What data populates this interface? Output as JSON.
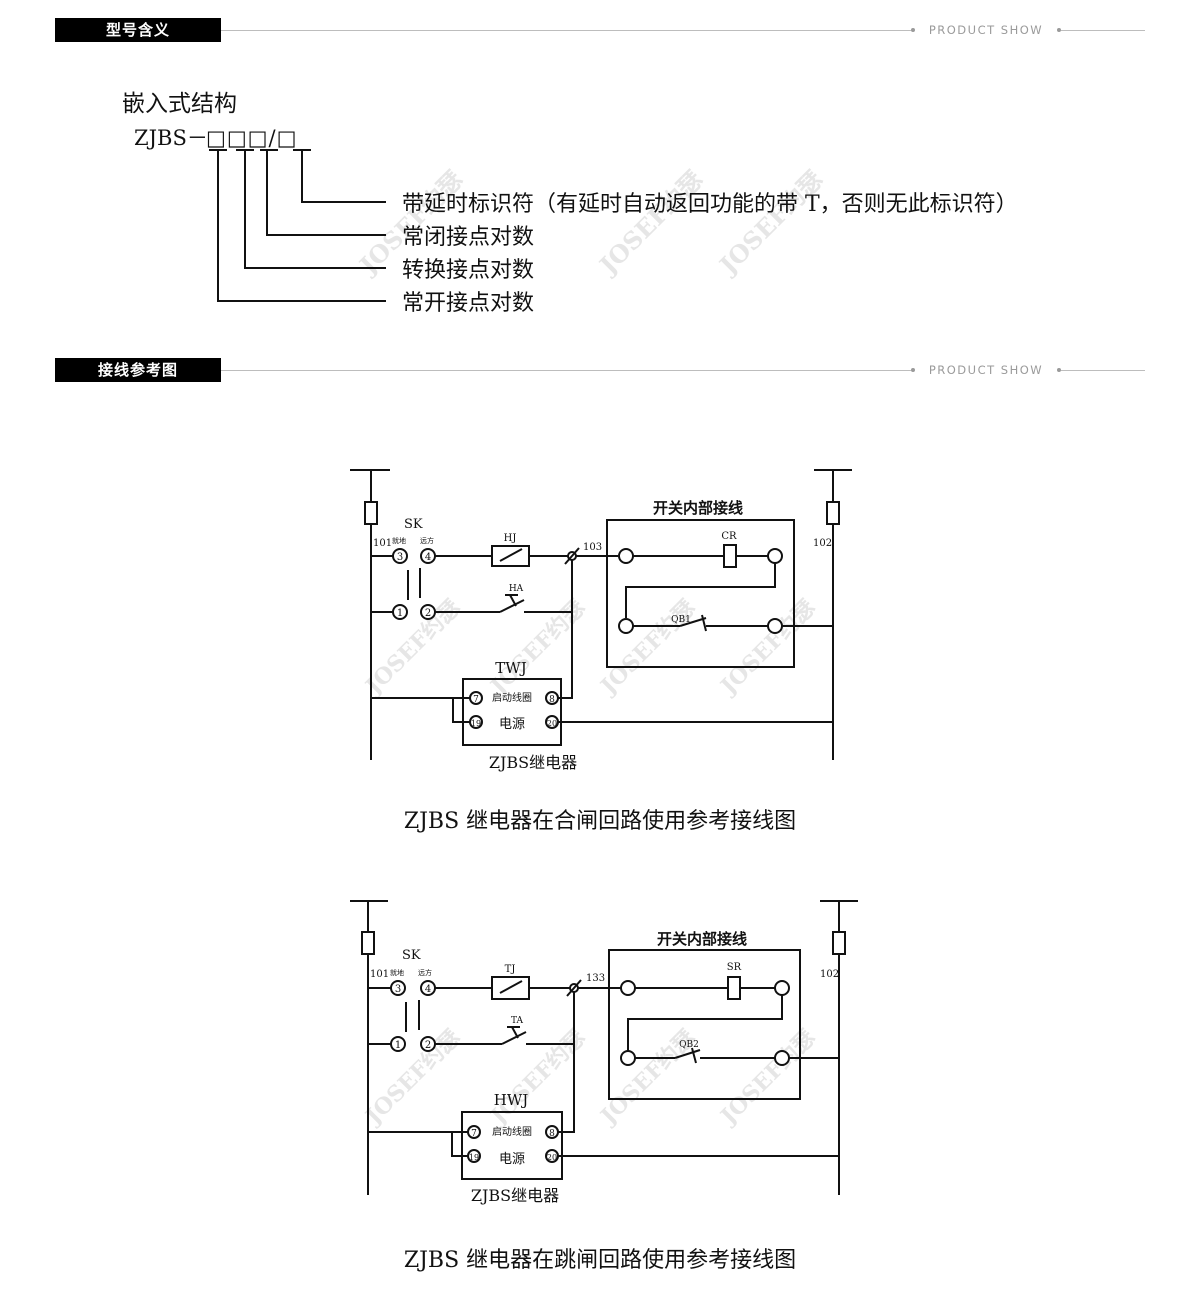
{
  "section1": {
    "title": "型号含义",
    "tagline": "PRODUCT SHOW"
  },
  "section2": {
    "title": "接线参考图",
    "tagline": "PRODUCT SHOW"
  },
  "model": {
    "structure": "嵌入式结构",
    "code_prefix": "ZJBS－",
    "code_boxes": "□□□/□",
    "items": [
      "带延时标识符（有延时自动返回功能的带 T，否则无此标识符）",
      "常闭接点对数",
      "转换接点对数",
      "常开接点对数"
    ]
  },
  "watermark": "JOSEF约瑟",
  "diagram1": {
    "caption": "ZJBS 继电器在合闸回路使用参考接线图",
    "sk": "SK",
    "label_101": "101",
    "label_102": "102",
    "node_label": "103",
    "local": "就地",
    "remote": "远方",
    "t3": "3",
    "t4": "4",
    "t1": "1",
    "t2": "2",
    "contact1": "HJ",
    "button": "HA",
    "switch_title": "开关内部接线",
    "coil": "CR",
    "aux": "QB1",
    "relay_name": "TWJ",
    "coil_label": "启动线圈",
    "power_label": "电源",
    "p7": "7",
    "p8": "8",
    "p19": "19",
    "p20": "20",
    "device": "ZJBS继电器"
  },
  "diagram2": {
    "caption": "ZJBS 继电器在跳闸回路使用参考接线图",
    "sk": "SK",
    "label_101": "101",
    "label_102": "102",
    "node_label": "133",
    "local": "就地",
    "remote": "远方",
    "t3": "3",
    "t4": "4",
    "t1": "1",
    "t2": "2",
    "contact1": "TJ",
    "button": "TA",
    "switch_title": "开关内部接线",
    "coil": "SR",
    "aux": "QB2",
    "relay_name": "HWJ",
    "coil_label": "启动线圈",
    "power_label": "电源",
    "p7": "7",
    "p8": "8",
    "p19": "19",
    "p20": "20",
    "device": "ZJBS继电器"
  }
}
